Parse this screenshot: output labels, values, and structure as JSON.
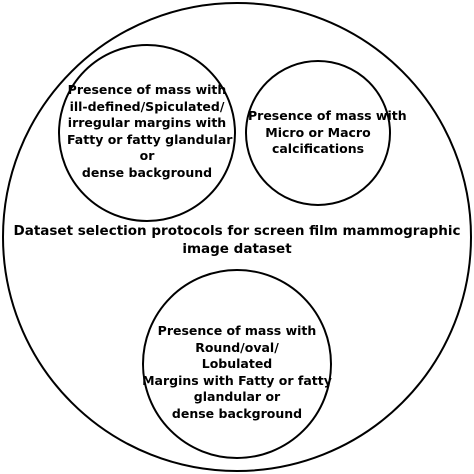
{
  "diagram": {
    "stroke_color": "#000000",
    "background_color": "#ffffff",
    "center_label": {
      "lines": [
        "Dataset selection protocols for screen film mammographic",
        "image dataset"
      ]
    },
    "circles": [
      {
        "id": "top-left",
        "lines": [
          "Presence of mass with",
          "ill-defined/Spiculated/",
          "irregular margins with",
          "Fatty or fatty glandular",
          "or",
          "dense background"
        ]
      },
      {
        "id": "top-right",
        "lines": [
          "Presence of mass with",
          "Micro or Macro",
          "calcifications"
        ]
      },
      {
        "id": "bottom",
        "lines": [
          "Presence of mass with",
          "Round/oval/",
          "Lobulated",
          "Margins with Fatty or fatty",
          "glandular or",
          "dense background"
        ]
      }
    ]
  }
}
